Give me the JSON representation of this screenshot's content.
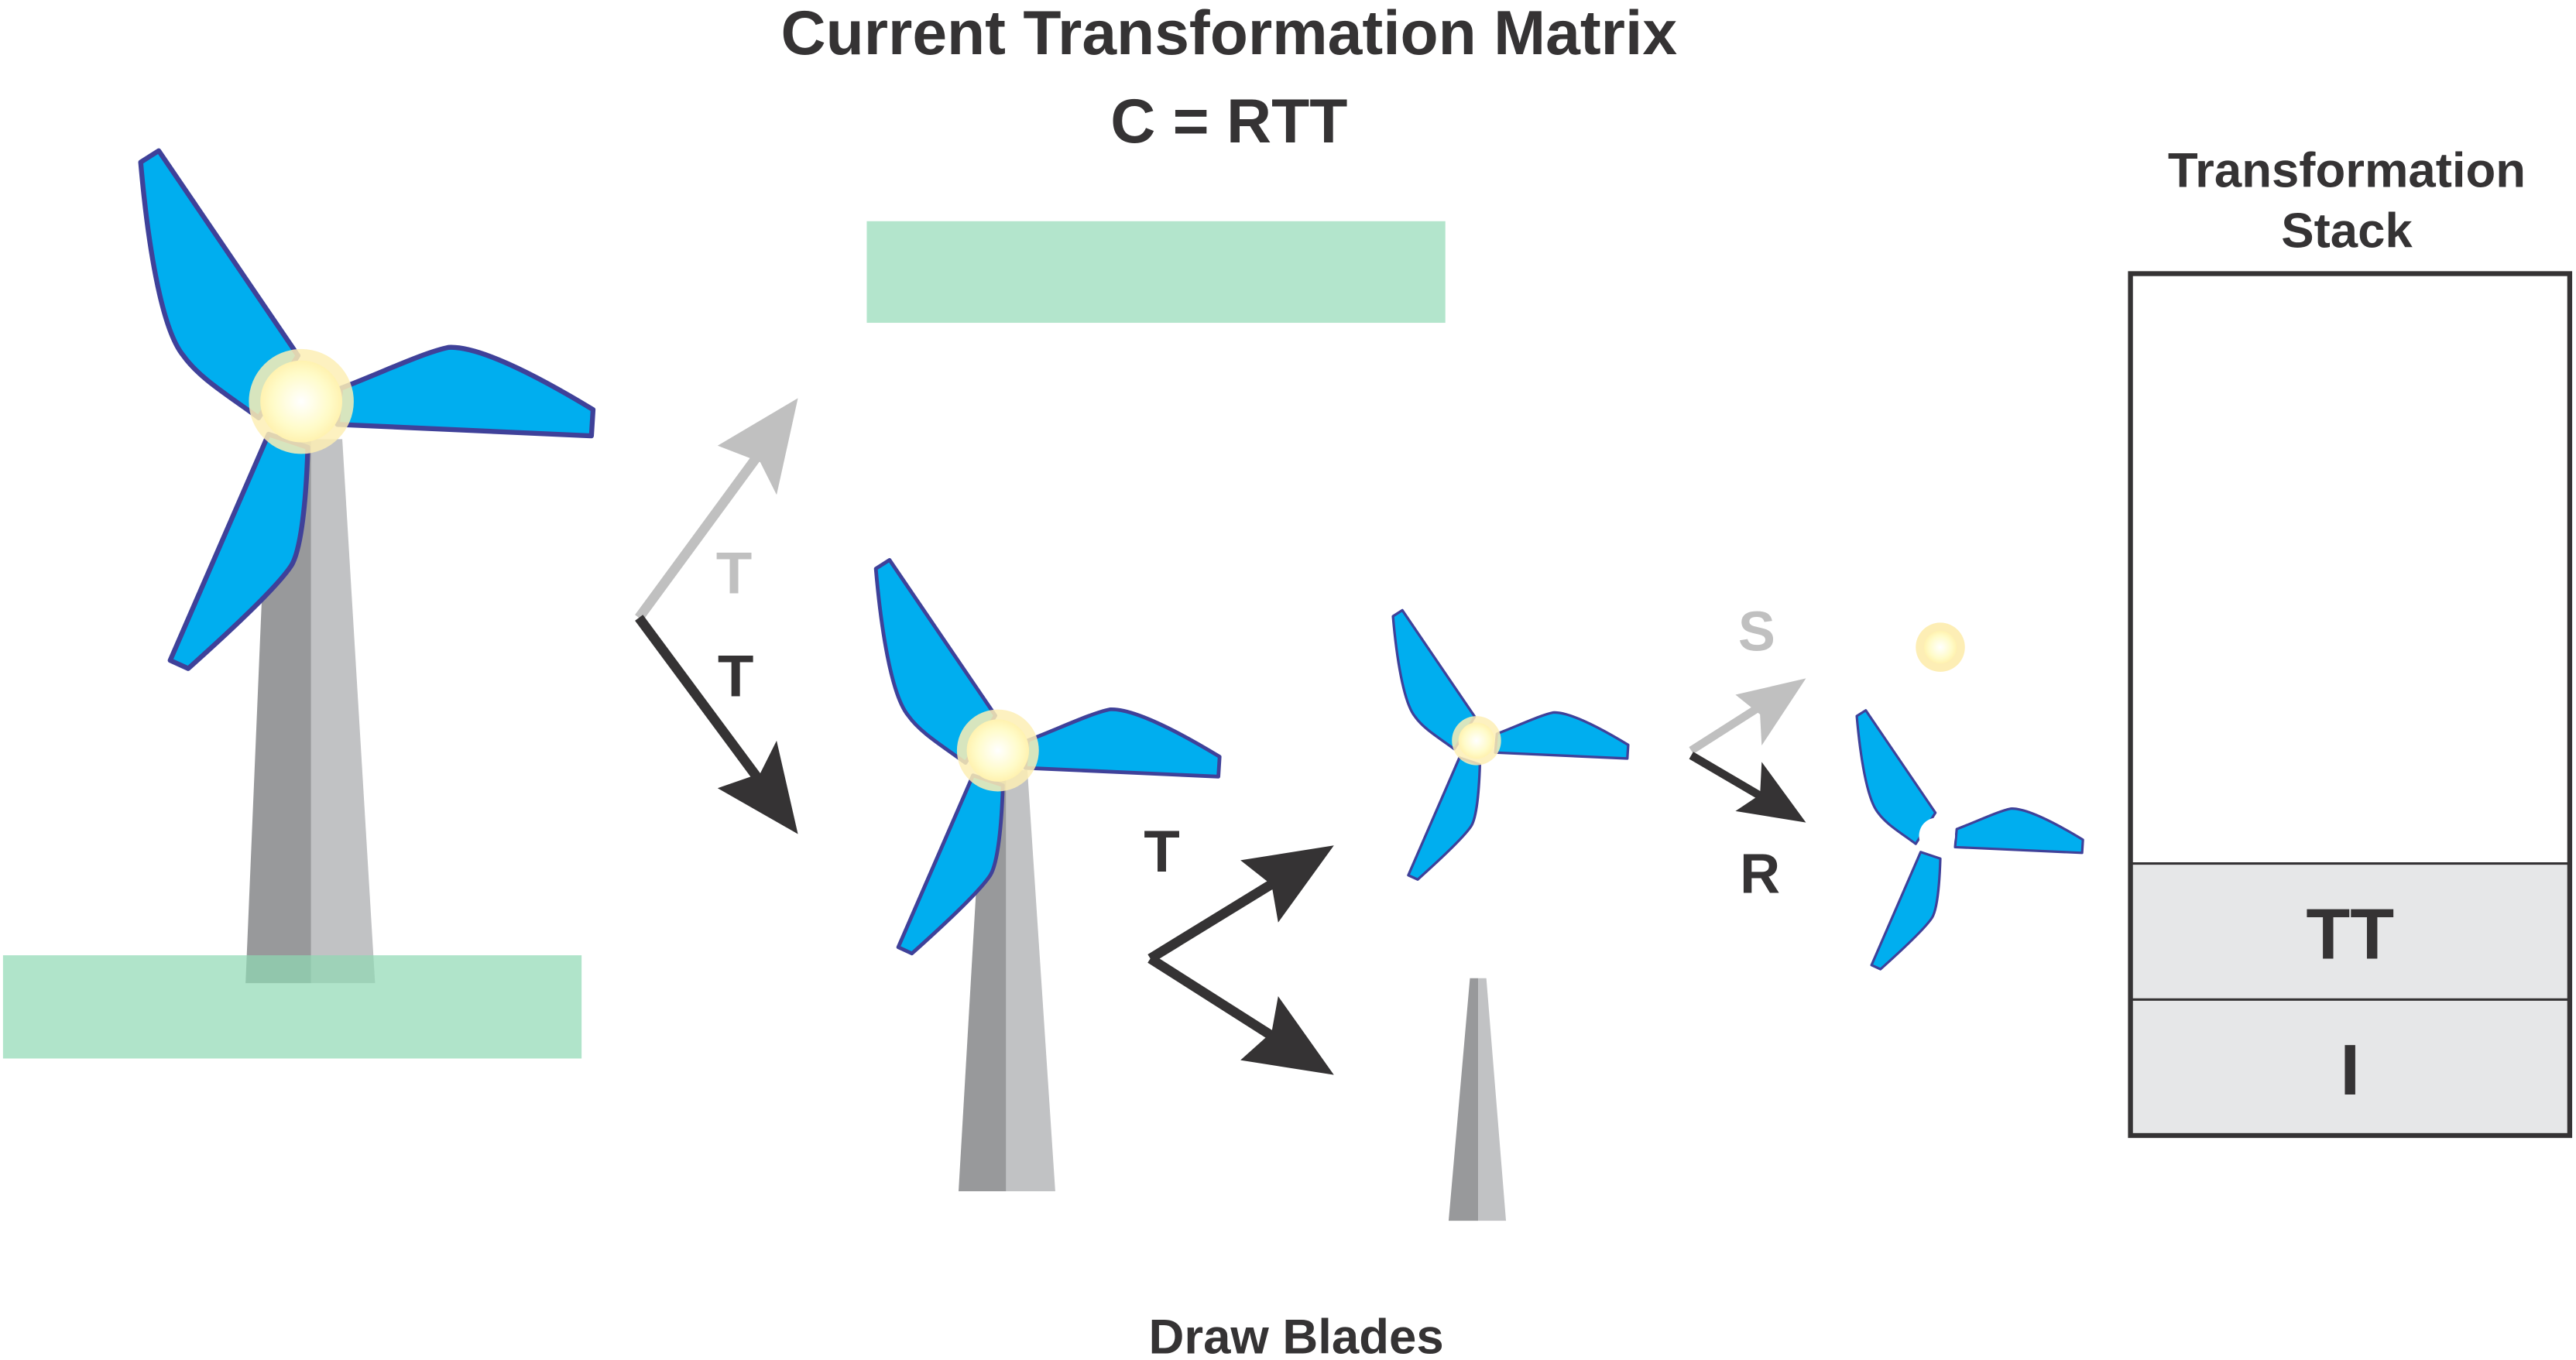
{
  "title": {
    "line1": "Current Transformation Matrix",
    "line2": "C = RTT"
  },
  "labels": {
    "t_gray": "T",
    "t_dark": "T",
    "t_middle": "T",
    "s_gray": "S",
    "r_dark": "R",
    "caption": "Draw Blades"
  },
  "stack": {
    "title_line1": "Transformation",
    "title_line2": "Stack",
    "entries": [
      "TT",
      "I"
    ]
  },
  "colors": {
    "blade": "#00aeef",
    "blade_stroke": "#3f4199",
    "hub": "#fff8c6",
    "ground": "#b3e5cc",
    "tower_dark": "#98999b",
    "tower_light": "#c1c2c4",
    "arrow_dark": "#353334",
    "arrow_gray": "#c0c0c0",
    "text": "#353334",
    "stack_fill": "#e6e7e8"
  }
}
